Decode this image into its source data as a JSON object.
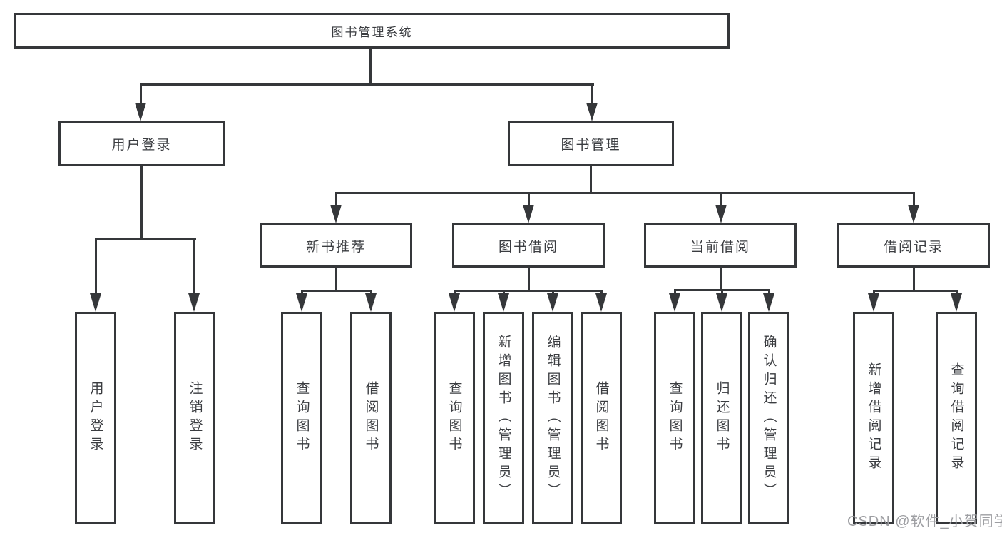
{
  "root": {
    "label": "图书管理系统",
    "children": [
      {
        "label": "用户登录",
        "children": [
          {
            "label": "用户登录"
          },
          {
            "label": "注销登录"
          }
        ]
      },
      {
        "label": "图书管理",
        "children": [
          {
            "label": "新书推荐",
            "children": [
              {
                "label": "查询图书"
              },
              {
                "label": "借阅图书"
              }
            ]
          },
          {
            "label": "图书借阅",
            "children": [
              {
                "label": "查询图书"
              },
              {
                "label": "新增图书（管理员）"
              },
              {
                "label": "编辑图书（管理员）"
              },
              {
                "label": "借阅图书"
              }
            ]
          },
          {
            "label": "当前借阅",
            "children": [
              {
                "label": "查询图书"
              },
              {
                "label": "归还图书"
              },
              {
                "label": "确认归还（管理员）"
              }
            ]
          },
          {
            "label": "借阅记录",
            "children": [
              {
                "label": "新增借阅记录"
              },
              {
                "label": "查询借阅记录"
              }
            ]
          }
        ]
      }
    ]
  },
  "watermark": "CSDN @软件_小贺同学",
  "colors": {
    "line": "#35373a",
    "text": "#3a3c40",
    "background": "#ffffff",
    "watermark": "#9d9ea2"
  }
}
